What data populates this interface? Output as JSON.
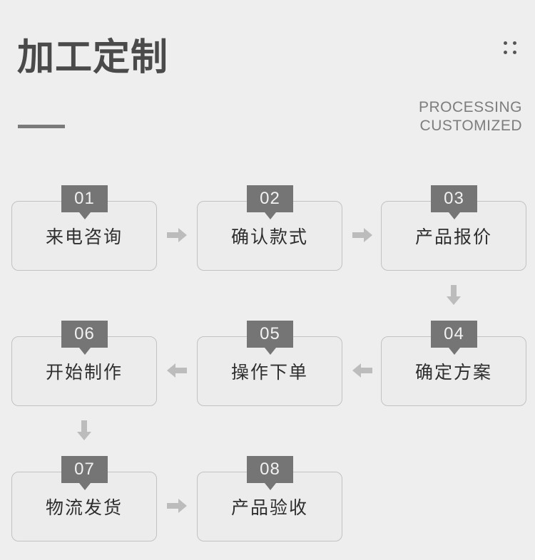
{
  "header": {
    "title": "加工定制",
    "subtitle_line1": "PROCESSING",
    "subtitle_line2": "CUSTOMIZED",
    "menu_icon": "four-dots-grid-icon",
    "colors": {
      "background": "#eeeeee",
      "title": "#4a4a4a",
      "subtitle": "#7d7d7d",
      "badge": "#757575",
      "card_border": "#c2c2c2",
      "card_text": "#2e2e2e",
      "arrow": "#bcbcbc"
    }
  },
  "flow": {
    "steps": [
      {
        "number": "01",
        "label": "来电咨询"
      },
      {
        "number": "02",
        "label": "确认款式"
      },
      {
        "number": "03",
        "label": "产品报价"
      },
      {
        "number": "04",
        "label": "确定方案"
      },
      {
        "number": "05",
        "label": "操作下单"
      },
      {
        "number": "06",
        "label": "开始制作"
      },
      {
        "number": "07",
        "label": "物流发货"
      },
      {
        "number": "08",
        "label": "产品验收"
      }
    ],
    "connectors": [
      {
        "from": "01",
        "to": "02",
        "direction": "right"
      },
      {
        "from": "02",
        "to": "03",
        "direction": "right"
      },
      {
        "from": "03",
        "to": "04",
        "direction": "down"
      },
      {
        "from": "04",
        "to": "05",
        "direction": "left"
      },
      {
        "from": "05",
        "to": "06",
        "direction": "left"
      },
      {
        "from": "06",
        "to": "07",
        "direction": "down"
      },
      {
        "from": "07",
        "to": "08",
        "direction": "right"
      }
    ]
  }
}
